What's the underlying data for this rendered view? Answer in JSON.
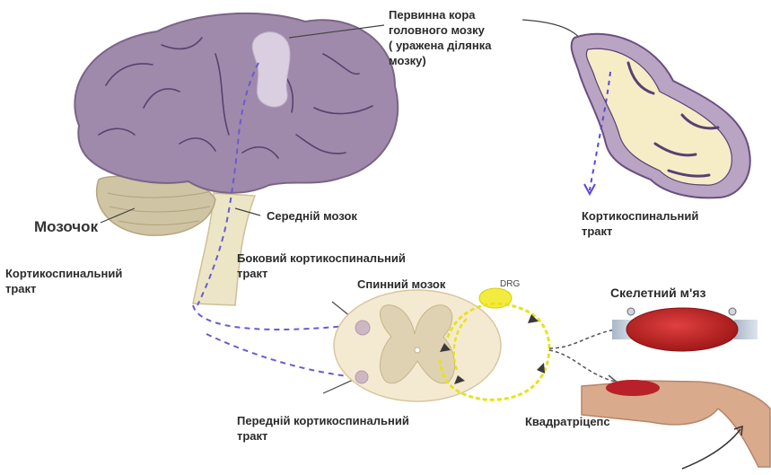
{
  "labels": {
    "primary_cortex_line1": "Первинна кора",
    "primary_cortex_line2": "головного мозку",
    "primary_cortex_line3": "( уражена ділянка",
    "primary_cortex_line4": "мозку)",
    "cortico_right_line1": "Кортикоспинальний",
    "cortico_right_line2": "тракт",
    "cerebellum": "Мозочок",
    "midbrain": "Середній мозок",
    "cortico_left_line1": "Кортикоспинальний",
    "cortico_left_line2": "тракт",
    "lateral_line1": "Боковий кортикоспинальний",
    "lateral_line2": "тракт",
    "spinal_cord": "Спинний мозок",
    "drg": "DRG",
    "skeletal_muscle": "Скелетний м'яз",
    "anterior_line1": "Передній кортикоспинальний",
    "anterior_line2": "тракт",
    "quadriceps": "Квадратріцепс"
  },
  "colors": {
    "brain": "#a08aab",
    "brain_outline": "#7a6586",
    "sulci": "#5b3f72",
    "lesion": "#d9cfe1",
    "cerebellum": "#cfc4a3",
    "brainstem": "#ede6c6",
    "tract_dash": "#6a5bd0",
    "spinal_cord": "#f4ead2",
    "grey_matter": "#dfd2b3",
    "reflex_loop": "#e8e21a",
    "muscle": "#c0282a",
    "skin": "#d9aa8c"
  }
}
